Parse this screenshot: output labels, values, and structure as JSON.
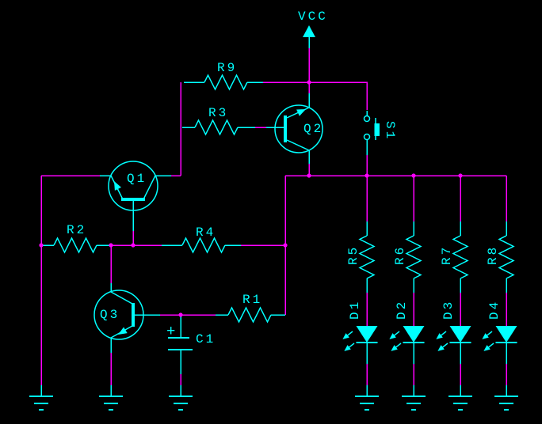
{
  "colors": {
    "background": "#000000",
    "wire": "#ff00ff",
    "component": "#00ffff",
    "label": "#00ffff"
  },
  "schematic": {
    "power": {
      "vcc_label": "VCC"
    },
    "transistors": {
      "q1": "Q1",
      "q2": "Q2",
      "q3": "Q3"
    },
    "resistors": {
      "r1": "R1",
      "r2": "R2",
      "r3": "R3",
      "r4": "R4",
      "r5": "R5",
      "r6": "R6",
      "r7": "R7",
      "r8": "R8",
      "r9": "R9"
    },
    "capacitors": {
      "c1": "C1",
      "polarity_mark": "+"
    },
    "switches": {
      "s1": "S1"
    },
    "leds": {
      "d1": "D1",
      "d2": "D2",
      "d3": "D3",
      "d4": "D4"
    }
  }
}
